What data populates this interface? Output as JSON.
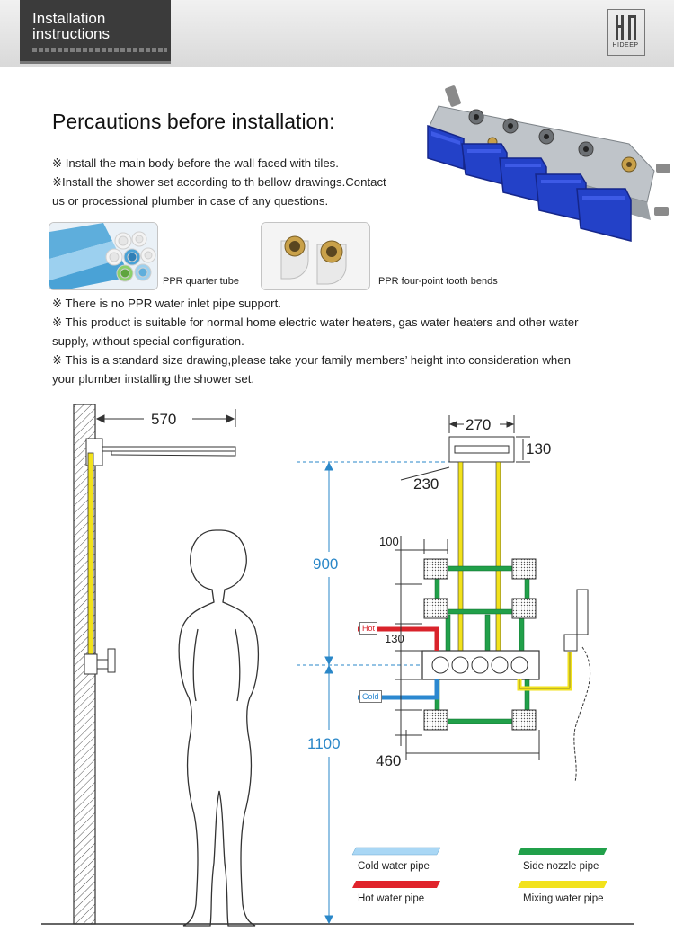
{
  "header": {
    "title": "Installation\ninstructions",
    "brand": "HIDEEP"
  },
  "page_title": "Percautions before installation:",
  "notes_top": [
    "※ Install the main body before the wall faced with tiles.",
    "※Install the shower set according to th bellow drawings.Contact",
    "us or processional plumber in case of any questions."
  ],
  "photos": [
    {
      "caption": "PPR quarter tube"
    },
    {
      "caption": "PPR four-point tooth bends"
    }
  ],
  "notes_bottom": [
    "※ There is no PPR water inlet pipe support.",
    "※ This product is suitable for normal home electric water heaters, gas water heaters and other water",
    "supply, without special configuration.",
    "※ This is a standard size drawing,please take your family members’ height into consideration when",
    "your plumber installing the shower set."
  ],
  "dimensions": {
    "arm_length": "570",
    "head_width": "270",
    "head_height": "130",
    "head_depth": "230",
    "nozzle_spacing": "100",
    "valve_height": "130",
    "upper_height": "900",
    "lower_height": "1100",
    "assembly_width": "460"
  },
  "pipe_tags": {
    "hot": "Hot",
    "cold": "Cold"
  },
  "legend": [
    {
      "label": "Cold water pipe",
      "color": "#a9d7f5"
    },
    {
      "label": "Side nozzle pipe",
      "color": "#21a04a"
    },
    {
      "label": "Hot water pipe",
      "color": "#e0232b"
    },
    {
      "label": "Mixing water pipe",
      "color": "#f2e21c"
    }
  ],
  "colors": {
    "cold": "#2b88d0",
    "hot": "#d9232b",
    "side_nozzle": "#21a04a",
    "mixing": "#f2e21c",
    "valve_blue": "#2341c8",
    "dimension_blue": "#2a87c8"
  }
}
